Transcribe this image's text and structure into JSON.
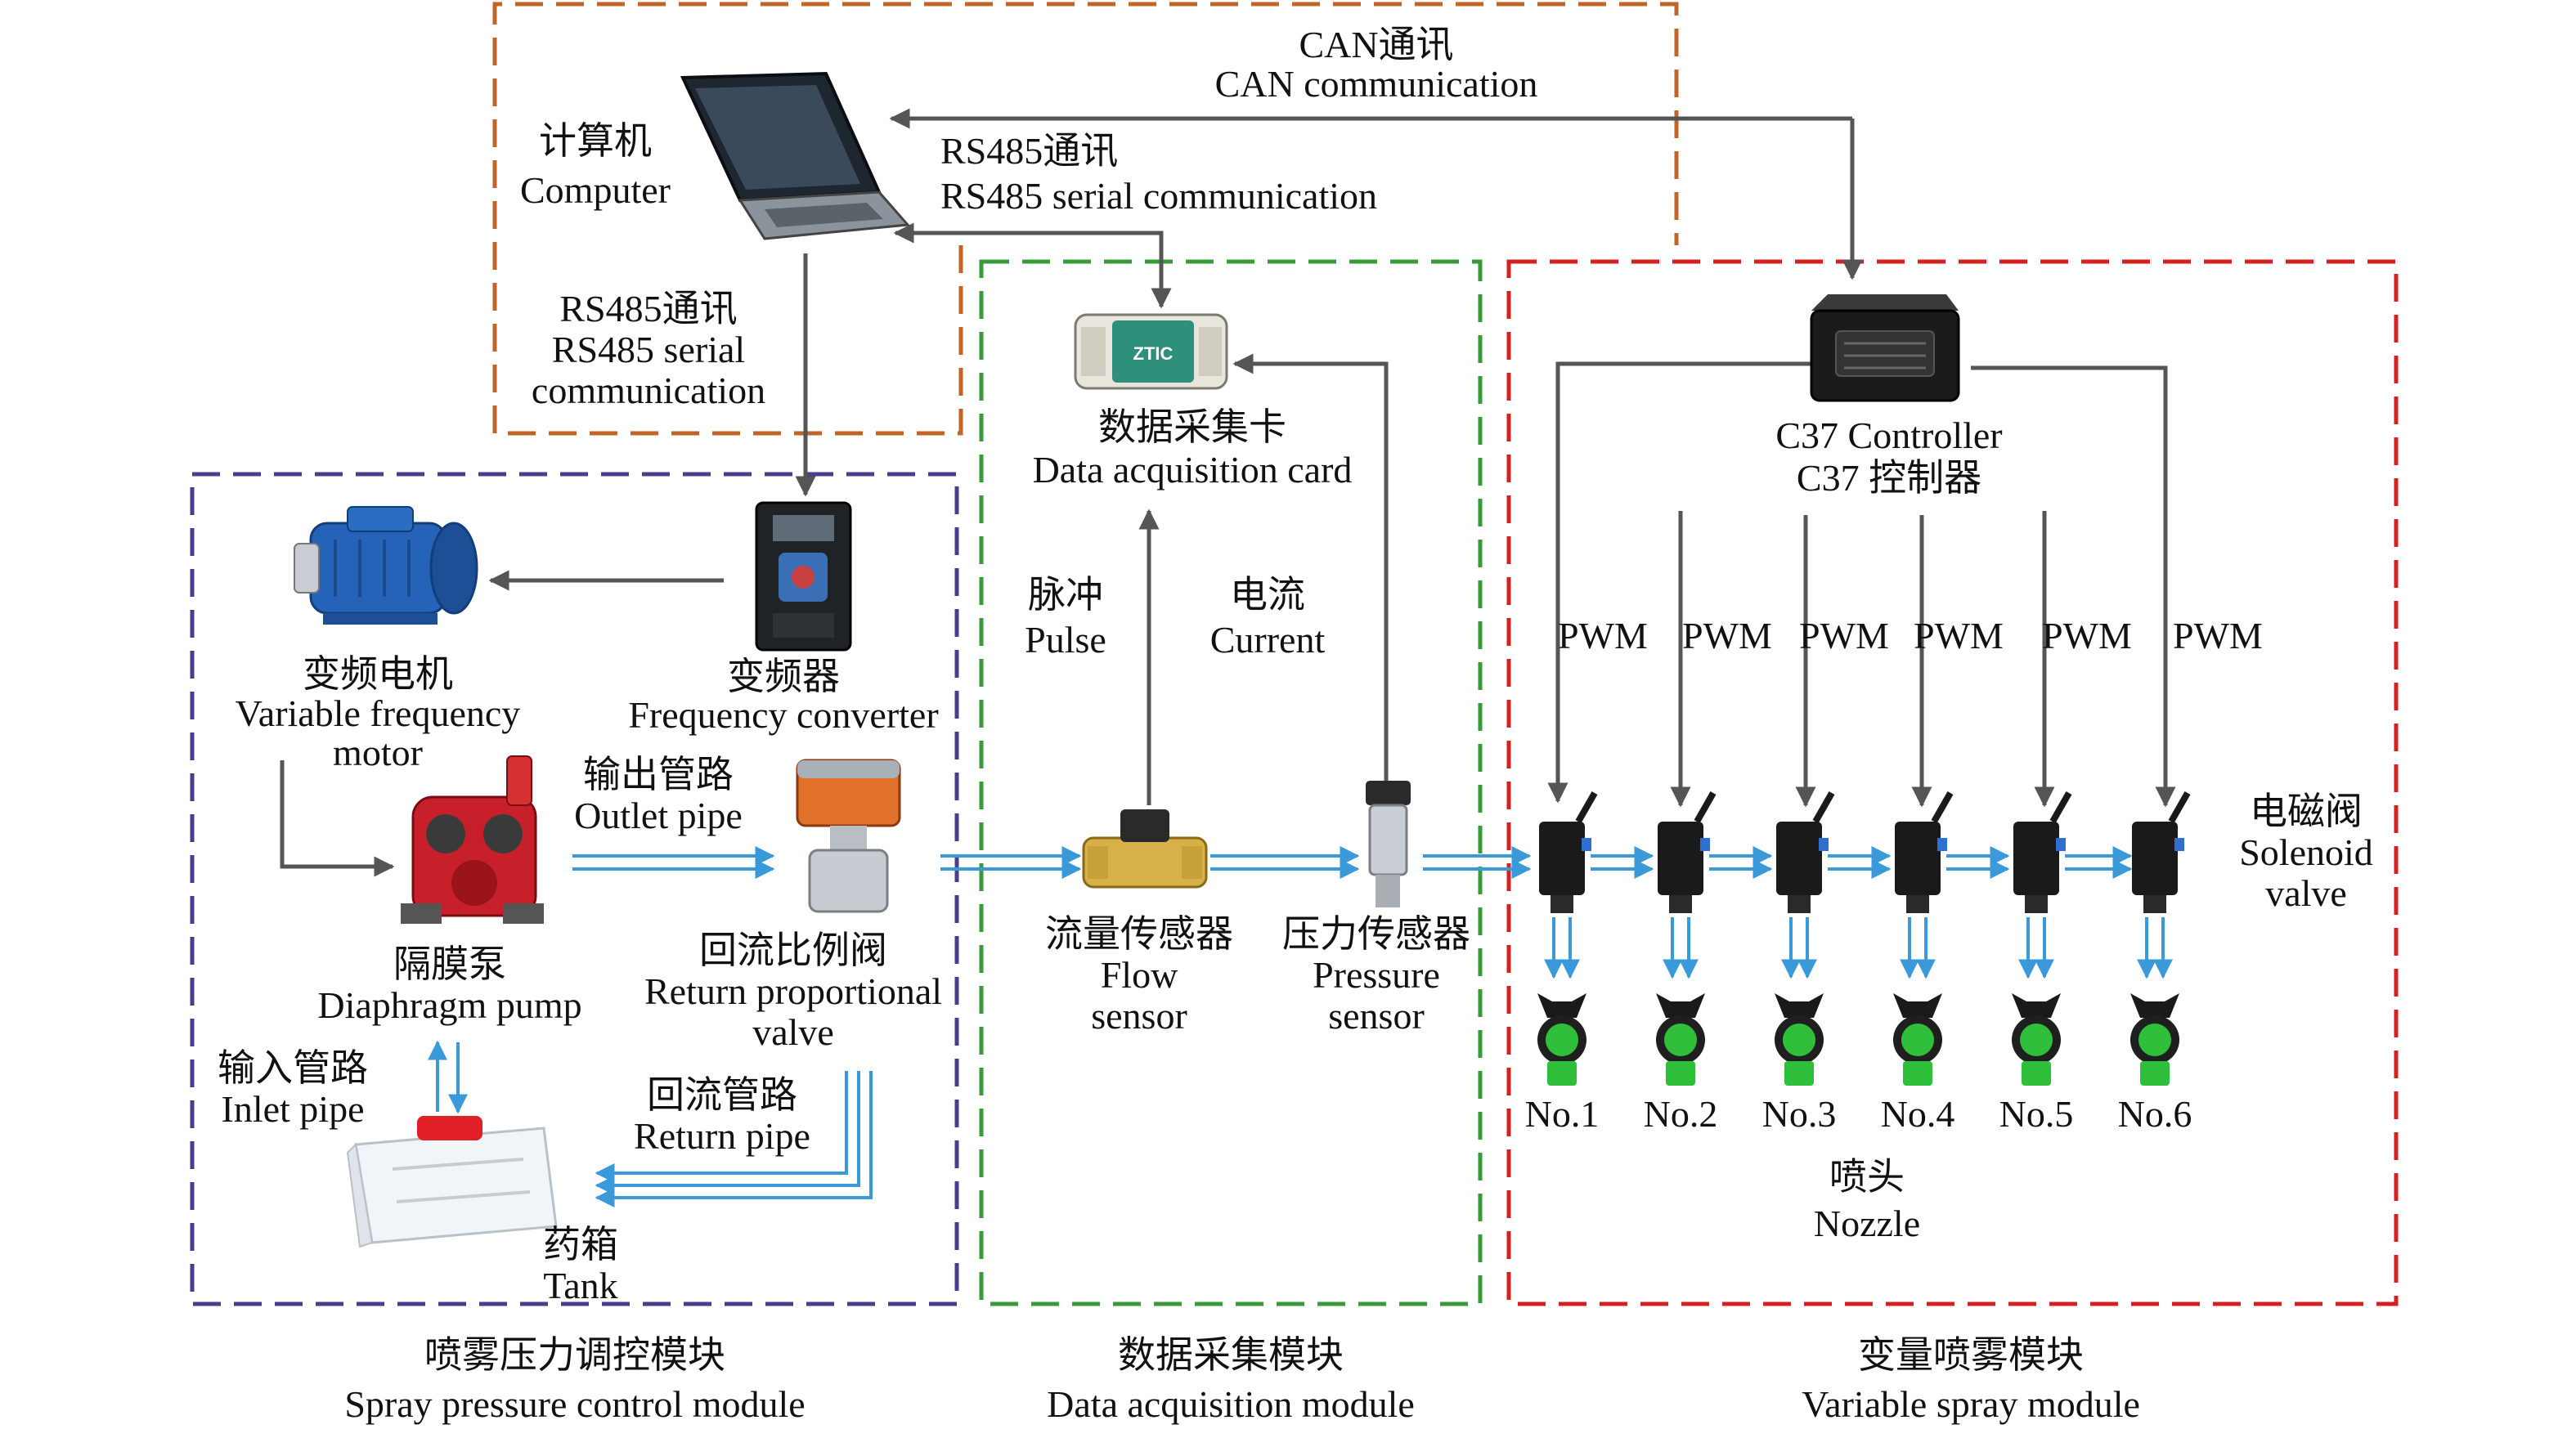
{
  "modules": {
    "computer_zone": {
      "color": "#c0642a"
    },
    "spray_pressure": {
      "label_cn": "喷雾压力调控模块",
      "label_en": "Spray pressure control module",
      "color": "#4a3d8c"
    },
    "data_acquisition": {
      "label_cn": "数据采集模块",
      "label_en": "Data acquisition module",
      "color": "#3a9a3a"
    },
    "variable_spray": {
      "label_cn": "变量喷雾模块",
      "label_en": "Variable spray  module",
      "color": "#d42020"
    }
  },
  "comms": {
    "can": {
      "cn": "CAN通讯",
      "en": "CAN communication"
    },
    "rs485_top": {
      "cn": "RS485通讯",
      "en": "RS485 serial communication"
    },
    "rs485_left": {
      "cn": "RS485通讯",
      "en1": "RS485 serial",
      "en2": "communication"
    }
  },
  "components": {
    "computer": {
      "cn": "计算机",
      "en": "Computer"
    },
    "daq_card": {
      "cn": "数据采集卡",
      "en": "Data acquisition card",
      "brand": "ZTIC"
    },
    "controller": {
      "en": "C37 Controller",
      "cn": "C37 控制器"
    },
    "vf_motor": {
      "cn": "变频电机",
      "en1": "Variable frequency",
      "en2": "motor"
    },
    "freq_converter": {
      "cn": "变频器",
      "en": "Frequency converter"
    },
    "outlet_pipe": {
      "cn": "输出管路",
      "en": "Outlet pipe"
    },
    "diaphragm_pump": {
      "cn": "隔膜泵",
      "en": "Diaphragm pump"
    },
    "return_valve": {
      "cn": "回流比例阀",
      "en1": "Return proportional",
      "en2": "valve"
    },
    "inlet_pipe": {
      "cn": "输入管路",
      "en": "Inlet pipe"
    },
    "return_pipe": {
      "cn": "回流管路",
      "en": "Return pipe"
    },
    "tank": {
      "cn": "药箱",
      "en": "Tank"
    },
    "flow_sensor": {
      "cn": "流量传感器",
      "en1": "Flow",
      "en2": "sensor"
    },
    "pressure_sensor": {
      "cn": "压力传感器",
      "en1": "Pressure",
      "en2": "sensor"
    },
    "solenoid_valve": {
      "cn": "电磁阀",
      "en1": "Solenoid",
      "en2": "valve"
    },
    "nozzle": {
      "cn": "喷头",
      "en": "Nozzle"
    }
  },
  "signals": {
    "pulse": {
      "cn": "脉冲",
      "en": "Pulse"
    },
    "current": {
      "cn": "电流",
      "en": "Current"
    },
    "pwm": [
      "PWM",
      "PWM",
      "PWM",
      "PWM",
      "PWM",
      "PWM"
    ]
  },
  "nozzles": [
    "No.1",
    "No.2",
    "No.3",
    "No.4",
    "No.5",
    "No.6"
  ],
  "colors": {
    "wire": "#555555",
    "pipe": "#3a9ad9",
    "nozzle_green": "#2fbf3a",
    "pump_red": "#c8202a",
    "motor_blue": "#2563b8"
  }
}
